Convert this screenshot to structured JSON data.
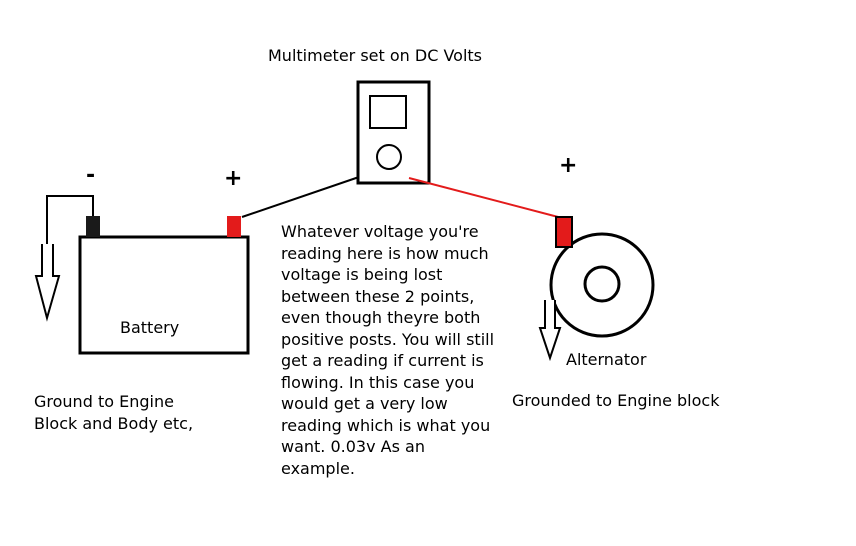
{
  "meter": {
    "title": "Multimeter set on DC Volts"
  },
  "battery": {
    "label": "Battery",
    "negative_sign": "-",
    "positive_sign": "+"
  },
  "alternator": {
    "label": "Alternator",
    "positive_sign": "+"
  },
  "notes": {
    "ground_lines": [
      "Ground to Engine",
      "Block and Body etc,"
    ],
    "grounded": "Grounded to Engine block",
    "explanation_lines": [
      "Whatever voltage you're",
      "reading here is how much",
      "voltage is being lost",
      "between these 2 points,",
      "even though theyre both",
      "positive posts. You will still",
      "get a reading if current is",
      "flowing. In this case you",
      "would get a very low",
      "reading which is what you",
      "want. 0.03v As an",
      "example."
    ]
  },
  "colors": {
    "ink": "#000000",
    "positive": "#e31b1b",
    "negative": "#1a1a1a"
  }
}
